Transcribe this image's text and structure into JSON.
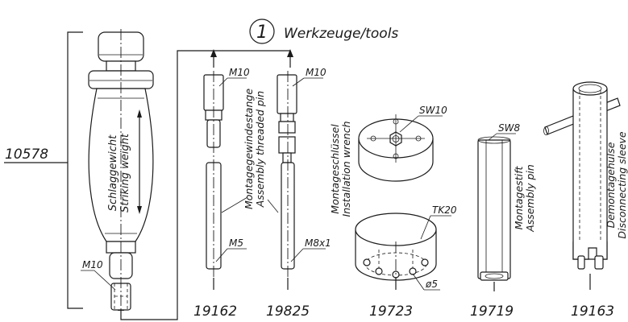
{
  "header": {
    "item_number": "1",
    "title": "Werkzeuge/tools"
  },
  "set_number": "10578",
  "parts": [
    {
      "id": "striking-weight",
      "labels": [
        "Schlaggewicht",
        "Striking weight"
      ],
      "thread": "M10"
    },
    {
      "id": "19162",
      "number": "19162",
      "thread_top": "M10",
      "thread_bottom": "M5"
    },
    {
      "id": "19825",
      "number": "19825",
      "thread_top": "M10",
      "thread_bottom": "M8x1",
      "labels": [
        "Montagegewindestange",
        "Assembly threaded pin"
      ]
    },
    {
      "id": "19723",
      "number": "19723",
      "labels": [
        "Montageschlüssel",
        "Installation wrench"
      ],
      "callouts": [
        "SW10",
        "TK20",
        "ø5"
      ]
    },
    {
      "id": "19719",
      "number": "19719",
      "labels": [
        "Montagestift",
        "Assembly pin"
      ],
      "callouts": [
        "SW8"
      ]
    },
    {
      "id": "19163",
      "number": "19163",
      "labels": [
        "Demontagehülse",
        "Disconnecting sleeve"
      ]
    }
  ],
  "colors": {
    "ink": "#1a1a1a",
    "paper": "#ffffff"
  }
}
